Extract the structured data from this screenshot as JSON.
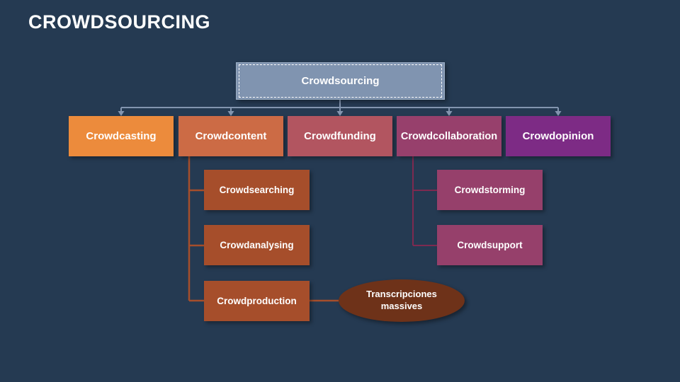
{
  "slide": {
    "title": "CROWDSOURCING",
    "background_color": "#253a52"
  },
  "diagram": {
    "root": {
      "label": "Crowdsourcing",
      "fill": "#8094b0",
      "border_color": "#9db0c7"
    },
    "level1": [
      {
        "label": "Crowdcasting",
        "fill": "#ec8b3c"
      },
      {
        "label": "Crowdcontent",
        "fill": "#cc6b45"
      },
      {
        "label": "Crowdfunding",
        "fill": "#b25560"
      },
      {
        "label": "Crowdcollaboration",
        "fill": "#97406c"
      },
      {
        "label": "Crowdopinion",
        "fill": "#7d2b85"
      }
    ],
    "content_children": [
      {
        "label": "Crowdsearching",
        "fill": "#a64e2b"
      },
      {
        "label": "Crowdanalysing",
        "fill": "#a64e2b"
      },
      {
        "label": "Crowdproduction",
        "fill": "#a64e2b"
      }
    ],
    "collaboration_children": [
      {
        "label": "Crowdstorming",
        "fill": "#96406b"
      },
      {
        "label": "Crowdsupport",
        "fill": "#96406b"
      }
    ],
    "ellipse": {
      "label": "Transcripciones massives",
      "fill": "#6e3219"
    },
    "connectors": {
      "root_tree_color": "#8395af",
      "content_tree_color": "#a64e2b",
      "collaboration_tree_color": "#7e2a50"
    }
  }
}
